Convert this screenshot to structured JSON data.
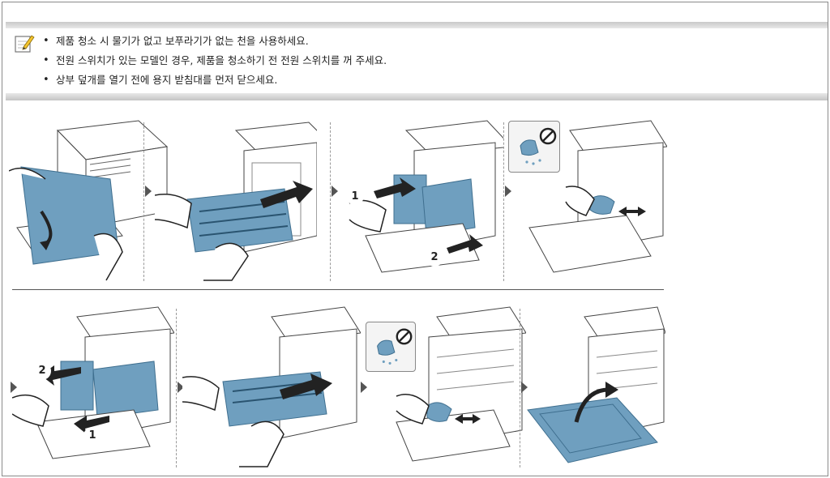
{
  "notes": {
    "icon": "pencil-note-icon",
    "items": [
      "제품 청소 시 물기가 없고 보푸라기가 없는 천을 사용하세요.",
      "전원 스위치가 있는 모델인 경우, 제품을 청소하기 전 전원 스위치를 꺼 주세요.",
      "상부 덮개를 열기 전에 용지 받침대를 먼저 닫으세요."
    ]
  },
  "steps": {
    "row1": {
      "panel3_label_1": "1",
      "panel3_label_2": "2"
    },
    "row2": {
      "panel1_label_2": "2",
      "panel1_label_1": "1"
    }
  },
  "colors": {
    "accent_blue": "#6f9fbf",
    "accent_dark": "#3f6f8f",
    "line": "#444444"
  }
}
